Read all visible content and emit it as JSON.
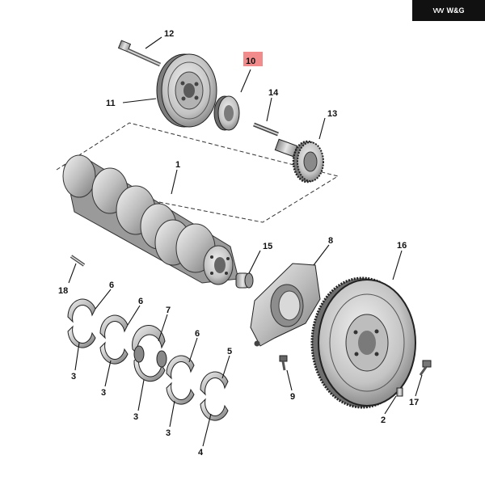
{
  "brand": {
    "mark": "VVV",
    "text": "W&G"
  },
  "callouts": [
    "12",
    "10",
    "11",
    "14",
    "13",
    "1",
    "15",
    "8",
    "16",
    "18",
    "6",
    "6",
    "7",
    "6",
    "5",
    "3",
    "3",
    "3",
    "3",
    "4",
    "9",
    "2",
    "17"
  ],
  "highlight_color": "#f28b8b"
}
